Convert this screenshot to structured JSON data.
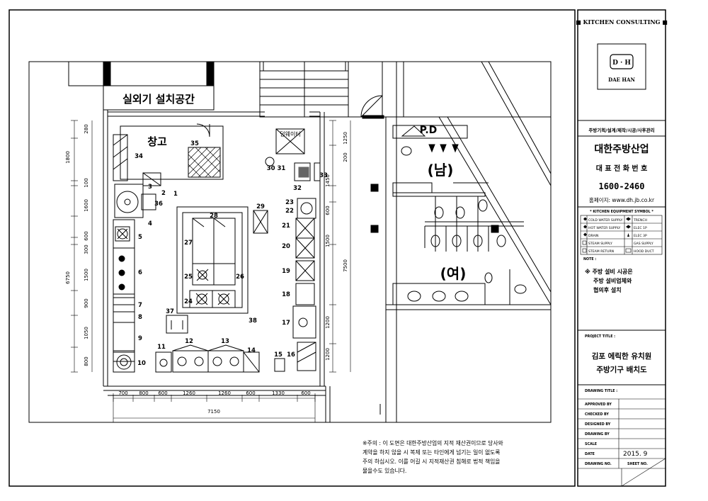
{
  "plan": {
    "outdoor_unit_area": "실외기 설치공간",
    "storage": "창고",
    "dumbwaiter": "덤웨이터",
    "pd": "P.D",
    "men": "(남)",
    "women": "(여)",
    "equipment_numbers": [
      "1",
      "2",
      "3",
      "4",
      "5",
      "6",
      "7",
      "8",
      "9",
      "10",
      "11",
      "12",
      "13",
      "14",
      "15",
      "16",
      "17",
      "18",
      "19",
      "20",
      "21",
      "22",
      "23",
      "24",
      "25",
      "26",
      "27",
      "28",
      "29",
      "30 31",
      "32",
      "33",
      "34",
      "35",
      "36",
      "37",
      "38"
    ],
    "dim_bottom": [
      "700",
      "800",
      "600",
      "1260",
      "1260",
      "600",
      "1330",
      "600"
    ],
    "dim_bottom_total": "7150",
    "dim_left": [
      "280",
      "1800",
      "100",
      "1600",
      "600",
      "300",
      "1500",
      "900",
      "1050",
      "800"
    ],
    "dim_left_total": "6750",
    "dim_right": [
      "1250",
      "1450",
      "600",
      "1500",
      "1200",
      "1200",
      "200"
    ],
    "dim_right_total": "7500",
    "note_lines": [
      "※주의 : 이 도면은 대한주방산업의 지적 재산권이므로 당사와",
      "계약을 하지 않을 시 복제 또는 타인에게 넘기는 일이 없도록",
      "주의 하십시오. 이를 어길 시 지적재산권 침해로 법적 책임을",
      "물을수도 있습니다."
    ]
  },
  "titleblock": {
    "header": "■ KITCHEN CONSULTING ■",
    "logo_text": "D · H",
    "logo_sub": "DAE HAN",
    "services": "주방기획/설계/제작/시공/사후관리",
    "company": "대한주방산업",
    "phone_label": "대 표 전 화 번 호",
    "phone": "1600-2460",
    "homepage": "홈페이지: www.dh.jb.co.kr",
    "legend_title": "* KITCHEN EQUIPMENT SYMBOL *",
    "legend": [
      {
        "left": "COLD WATER SUPPLY",
        "right": "TRENCH"
      },
      {
        "left": "HOT WATER SUPPLY",
        "right": "ELEC 1P"
      },
      {
        "left": "DRAIN",
        "right": "ELEC 3P"
      },
      {
        "left": "STEAM SUPPLY",
        "right": "GAS SUPPLY"
      },
      {
        "left": "STEAM RETURN",
        "right": "HOOD DUCT"
      }
    ],
    "note_label": "NOTE :",
    "remarks": [
      "※ 주방 설비 시공은",
      "주방 설비업체와",
      "협의후 설치"
    ],
    "project_title_label": "PROJECT TITLE :",
    "project_title": [
      "김포 에릭한 유치원",
      "주방기구 배치도"
    ],
    "drawing_title_label": "DRAWING TITLE :",
    "rows": [
      "APPROVED BY",
      "CHECKED BY",
      "DESIGNED BY",
      "DRAWING BY",
      "SCALE",
      "DATE",
      "DRAWING NO."
    ],
    "date_value": "2015. 9",
    "sheet_no": "SHEET NO."
  }
}
